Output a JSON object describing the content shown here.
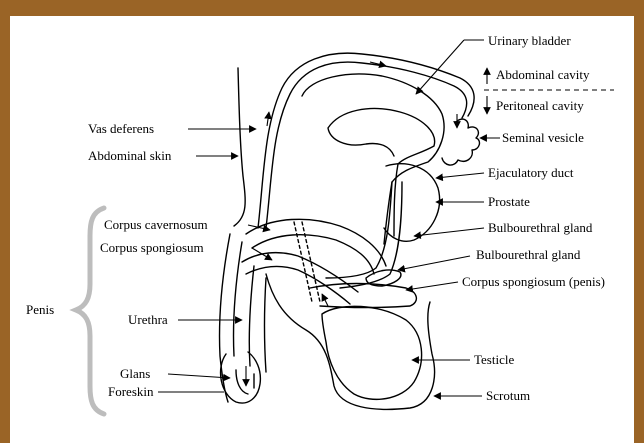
{
  "labels": {
    "urinary_bladder": "Urinary bladder",
    "abdominal_cavity": "Abdominal cavity",
    "peritoneal_cavity": "Peritoneal cavity",
    "seminal_vesicle": "Seminal vesicle",
    "ejaculatory_duct": "Ejaculatory duct",
    "prostate": "Prostate",
    "bulbourethral_gland_1": "Bulbourethral gland",
    "bulbourethral_gland_2": "Bulbourethral gland",
    "corpus_spongiosum_penis": "Corpus spongiosum (penis)",
    "testicle": "Testicle",
    "scrotum": "Scrotum",
    "vas_deferens": "Vas deferens",
    "abdominal_skin": "Abdominal skin",
    "corpus_cavernosum": "Corpus cavernosum",
    "corpus_spongiosum": "Corpus spongiosum",
    "penis": "Penis",
    "urethra": "Urethra",
    "glans": "Glans",
    "foreskin": "Foreskin"
  },
  "colors": {
    "border": "#9a6426",
    "bracket": "#bdbdbd",
    "ink": "#000000"
  }
}
